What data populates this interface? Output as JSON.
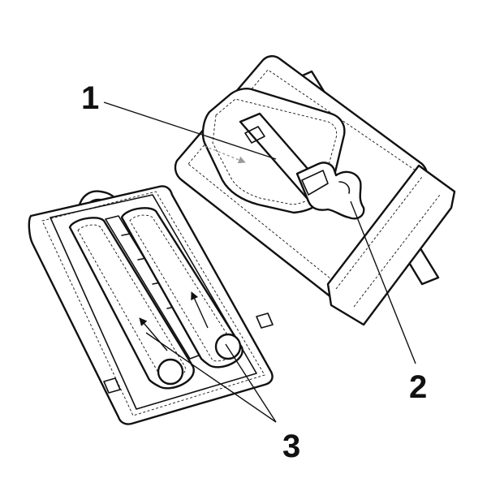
{
  "callouts": {
    "one": "1",
    "two": "2",
    "three": "3"
  },
  "colors": {
    "line": "#111111",
    "fill": "#ffffff",
    "hint_arrow": "#9a9a9a"
  }
}
